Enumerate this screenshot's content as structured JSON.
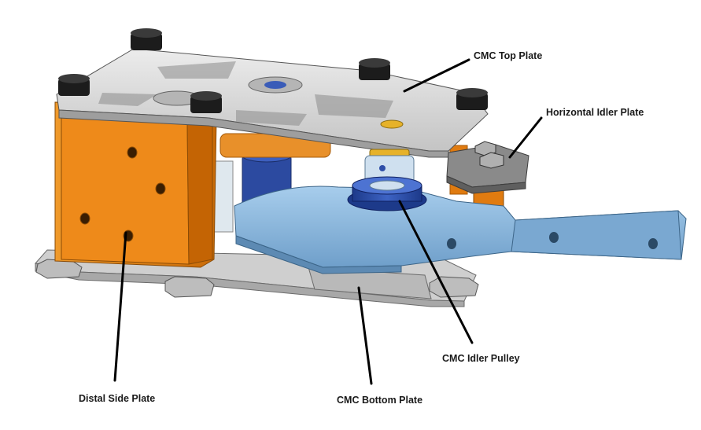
{
  "labels": {
    "cmc_top_plate": "CMC Top Plate",
    "horizontal_idler_plate": "Horizontal Idler Plate",
    "cmc_idler_pulley": "CMC Idler Pulley",
    "distal_side_plate": "Distal Side Plate",
    "cmc_bottom_plate": "CMC Bottom Plate"
  },
  "colors": {
    "plate_gray": "#d6d6d6",
    "orange_part": "#e07b10",
    "blue_arm": "#86b6de",
    "pulley_blue": "#2f4fa8",
    "brass": "#e6b22a",
    "bolt_black": "#1c1c1c",
    "leader_line": "#000000"
  }
}
